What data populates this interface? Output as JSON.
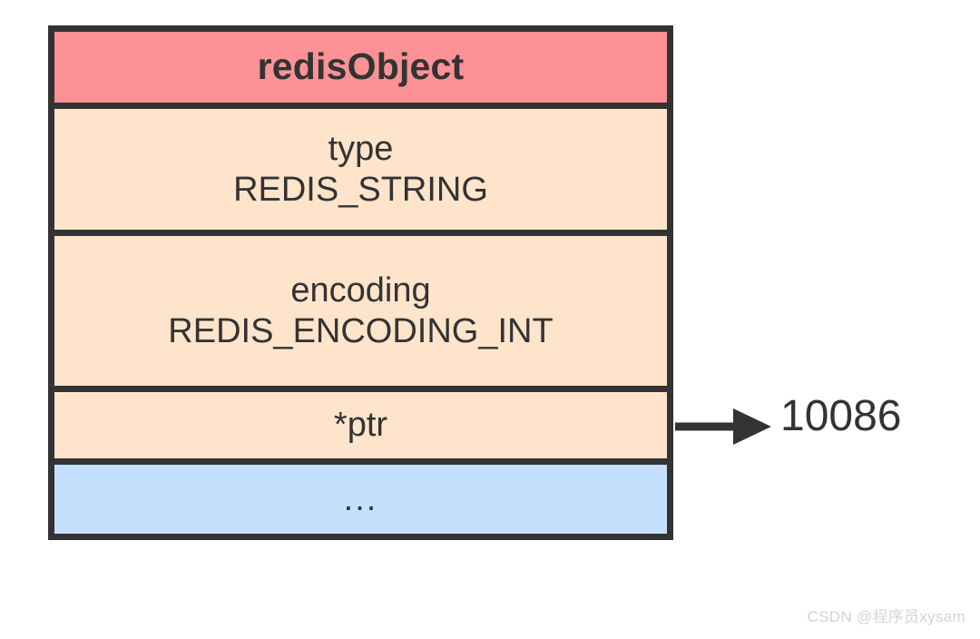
{
  "diagram": {
    "title": "redisObject",
    "rows": [
      {
        "id": "header",
        "label": "redisObject",
        "sublabel": "",
        "kind": "title",
        "color": "#fc9296"
      },
      {
        "id": "type",
        "label": "type",
        "sublabel": "REDIS_STRING",
        "kind": "field",
        "color": "#fde4cb"
      },
      {
        "id": "encoding",
        "label": "encoding",
        "sublabel": "REDIS_ENCODING_INT",
        "kind": "field",
        "color": "#fde4cb"
      },
      {
        "id": "ptr",
        "label": "*ptr",
        "sublabel": "",
        "kind": "field",
        "color": "#fde4cb"
      },
      {
        "id": "more",
        "label": "...",
        "sublabel": "",
        "kind": "more",
        "color": "#c5e0fd"
      }
    ],
    "pointer": {
      "from_row": "*ptr",
      "value": "10086",
      "arrow": "right-arrow-icon"
    },
    "colors": {
      "header_fill": "#fc9296",
      "field_fill": "#fde4cb",
      "more_fill": "#c5e0fd",
      "border": "#333333",
      "text": "#333333",
      "background": "#ffffff",
      "watermark_text": "#d4d4d4"
    }
  },
  "watermark": {
    "text": "CSDN @程序员xysam"
  }
}
